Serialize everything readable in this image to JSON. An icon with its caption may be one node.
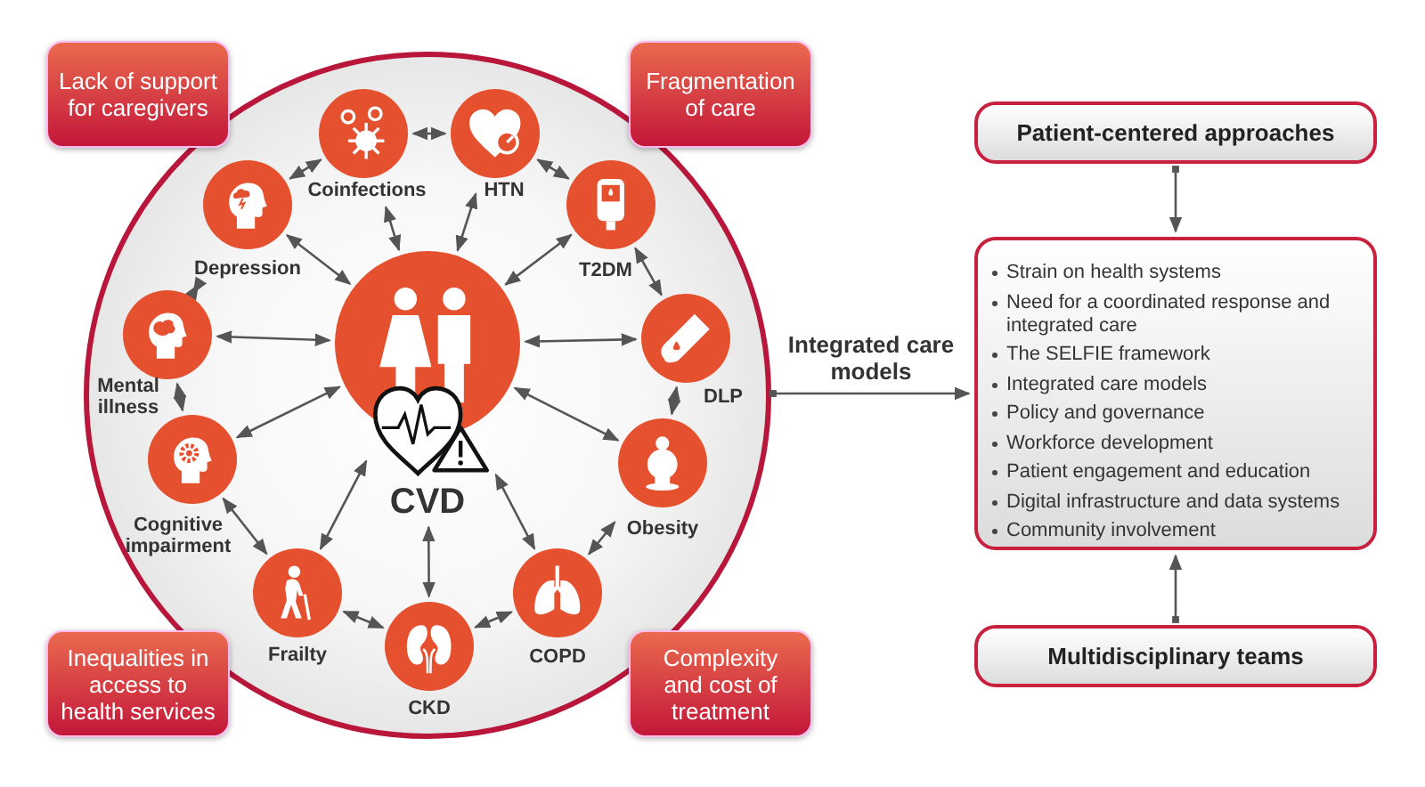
{
  "diagram": {
    "nodes": [
      {
        "text": [],
        "shape": "circle"
      },
      {
        "text": [
          "Lack of support for caregivers"
        ]
      },
      {
        "text": [
          "Fragmentation of care"
        ]
      },
      {
        "text": [
          "Coinfections"
        ],
        "in": 0
      },
      {
        "text": [
          "HTN"
        ],
        "in": 0
      },
      {
        "text": [
          "Depression"
        ],
        "in": 0
      },
      {
        "text": [
          "T2DM"
        ],
        "in": 0
      },
      {
        "text": [
          "CVD"
        ],
        "in": 0
      },
      {
        "text": [
          "Mental illness"
        ],
        "in": 0
      },
      {
        "text": [
          "DLP"
        ],
        "in": 0
      },
      {
        "text": [
          "Cognitive impairment"
        ],
        "in": 0
      },
      {
        "text": [
          "Obesity"
        ],
        "in": 0
      },
      {
        "text": [
          "Frailty"
        ],
        "in": 0
      },
      {
        "text": [
          "COPD"
        ],
        "in": 0
      },
      {
        "text": [
          "CKD"
        ],
        "in": 0
      },
      {
        "text": [
          "Inequalities in access to health services"
        ]
      },
      {
        "text": [
          "Complexity and cost of treatment"
        ]
      },
      {
        "text": [
          "Patient-centered approaches"
        ]
      },
      {
        "text": [
          "Strain on health systems",
          "Need for a coordinated response and integrated care",
          "The SELFIE framework",
          "Integrated care models",
          "Policy and governance",
          "Workforce development",
          "Patient engagement and education",
          "Digital infrastructure and data systems",
          "Community involvement"
        ]
      },
      {
        "text": [
          "Multidisciplinary teams"
        ]
      }
    ],
    "edges": [
      {
        "from": 3,
        "to": 4,
        "arrow": "both"
      },
      {
        "from": 4,
        "to": 6,
        "arrow": "both"
      },
      {
        "from": 6,
        "to": 9,
        "arrow": "both"
      },
      {
        "from": 9,
        "to": 11,
        "arrow": "both"
      },
      {
        "from": 11,
        "to": 13,
        "arrow": "both"
      },
      {
        "from": 13,
        "to": 14,
        "arrow": "both"
      },
      {
        "from": 14,
        "to": 12,
        "arrow": "both"
      },
      {
        "from": 12,
        "to": 10,
        "arrow": "both"
      },
      {
        "from": 10,
        "to": 8,
        "arrow": "both"
      },
      {
        "from": 8,
        "to": 5,
        "arrow": "both"
      },
      {
        "from": 5,
        "to": 3,
        "arrow": "both"
      },
      {
        "from": 3,
        "to": 7,
        "arrow": "both"
      },
      {
        "from": 4,
        "to": 7,
        "arrow": "both"
      },
      {
        "from": 6,
        "to": 7,
        "arrow": "both"
      },
      {
        "from": 9,
        "to": 7,
        "arrow": "both"
      },
      {
        "from": 11,
        "to": 7,
        "arrow": "both"
      },
      {
        "from": 13,
        "to": 7,
        "arrow": "both"
      },
      {
        "from": 14,
        "to": 7,
        "arrow": "both"
      },
      {
        "from": 12,
        "to": 7,
        "arrow": "both"
      },
      {
        "from": 10,
        "to": 7,
        "arrow": "both"
      },
      {
        "from": 8,
        "to": 7,
        "arrow": "both"
      },
      {
        "from": 5,
        "to": 7,
        "arrow": "both"
      },
      {
        "from": 0,
        "to": 18,
        "arrow": "to",
        "label": "Integrated care models"
      },
      {
        "from": 17,
        "to": 18,
        "arrow": "to"
      },
      {
        "from": 19,
        "to": 18,
        "arrow": "to"
      }
    ]
  }
}
